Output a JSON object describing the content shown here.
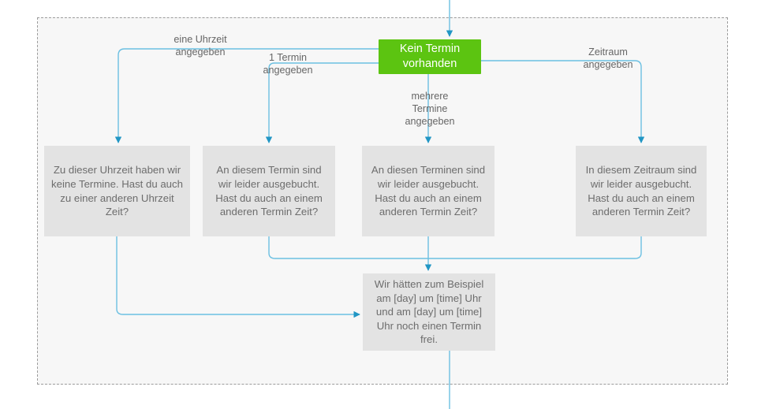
{
  "diagram": {
    "title": "Kein Termin vorhanden flow",
    "colors": {
      "accent_green": "#5cc411",
      "connector_blue": "#4aa8d8",
      "node_gray": "#e3e3e3",
      "group_background": "#f7f7f7",
      "group_border": "#9b9b9b",
      "text_gray": "#6d6d6d",
      "label_gray": "#666666"
    },
    "nodes": {
      "start": "Kein Termin vorhanden",
      "no_time": "Zu dieser Uhrzeit haben wir keine Termine. Hast du auch zu einer anderen Uhrzeit Zeit?",
      "one_appointment": "An diesem Termin sind wir leider ausgebucht. Hast du auch an einem anderen Termin Zeit?",
      "many_appointments": "An diesen Terminen sind wir leider ausgebucht. Hast du auch an einem anderen Termin Zeit?",
      "timeframe": "In diesem Zeitraum sind wir leider ausgebucht. Hast du auch an einem anderen Termin Zeit?",
      "example": "Wir hätten zum Beispiel am [day] um [time] Uhr und am [day] um [time] Uhr noch einen Termin frei."
    },
    "edge_labels": {
      "one_time": "eine Uhrzeit\nangegeben",
      "one_appointment": "1 Termin\nangegeben",
      "many_appointments": "mehrere\nTermine\nangegeben",
      "timeframe": "Zeitraum\nangegeben"
    }
  }
}
